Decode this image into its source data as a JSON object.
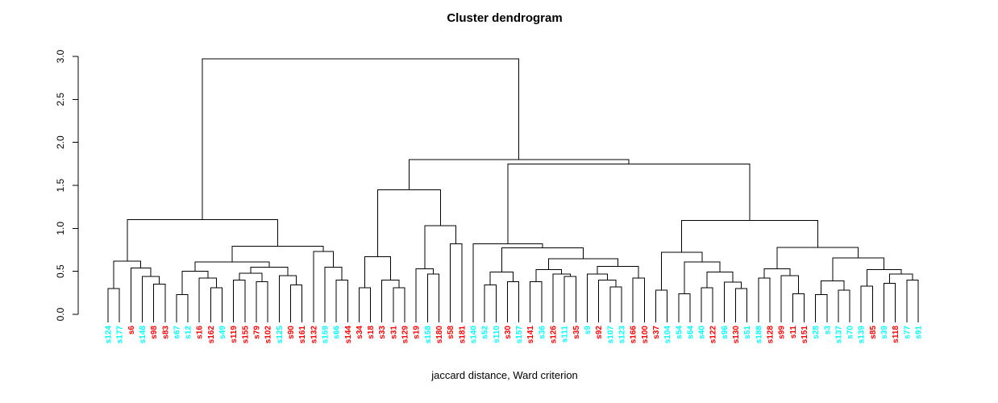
{
  "title": "Cluster dendrogram",
  "caption": "jaccard distance, Ward criterion",
  "chart_data": {
    "type": "dendrogram",
    "title": "Cluster dendrogram",
    "xlabel": "jaccard distance, Ward criterion",
    "ylim": [
      0,
      3
    ],
    "yticks": [
      "0.0",
      "0.5",
      "1.0",
      "1.5",
      "2.0",
      "2.5",
      "3.0"
    ],
    "grid": "off",
    "root_height": 2.97,
    "palette": {
      "r": "#FF0000",
      "c": "#00FFFF"
    },
    "leaf_labels": [
      "s124",
      "s177",
      "s6",
      "s148",
      "s98",
      "s83",
      "s67",
      "s12",
      "s16",
      "s162",
      "s49",
      "s119",
      "s155",
      "s79",
      "s102",
      "s125",
      "s90",
      "s161",
      "s132",
      "s159",
      "s66",
      "s144",
      "s34",
      "s18",
      "s33",
      "s31",
      "s129",
      "s19",
      "s158",
      "s180",
      "s58",
      "s181",
      "s140",
      "s52",
      "s110",
      "s30",
      "s157",
      "s141",
      "s36",
      "s126",
      "s111",
      "s35",
      "s9",
      "s92",
      "s107",
      "s123",
      "s166",
      "s100",
      "s37",
      "s104",
      "s54",
      "s64",
      "s40",
      "s122",
      "s96",
      "s130",
      "s51",
      "s188",
      "s128",
      "s99",
      "s11",
      "s151",
      "s28",
      "s3",
      "s137",
      "s70",
      "s139",
      "s85",
      "s39",
      "s118",
      "s77",
      "s91"
    ],
    "leaf_color_codes": "ccrcrrccrrcrrrrcrrrccrrrrrrrcrrrcccrcrcrcrcrccrrrccccrcrccrrrrcccccrcrc c",
    "tree": {
      "h": 2.97,
      "c": [
        {
          "h": 1.1,
          "c": [
            {
              "h": 0.62,
              "c": [
                {
                  "h": 0.3,
                  "c": [
                    "s124",
                    "s177"
                  ]
                },
                {
                  "h": 0.54,
                  "c": [
                    "s6",
                    {
                      "h": 0.44,
                      "c": [
                        "s148",
                        {
                          "h": 0.35,
                          "c": [
                            "s98",
                            "s83"
                          ]
                        }
                      ]
                    }
                  ]
                }
              ]
            },
            {
              "h": 0.79,
              "c": [
                {
                  "h": 0.61,
                  "c": [
                    {
                      "h": 0.5,
                      "c": [
                        {
                          "h": 0.23,
                          "c": [
                            "s67",
                            "s12"
                          ]
                        },
                        {
                          "h": 0.42,
                          "c": [
                            "s16",
                            {
                              "h": 0.31,
                              "c": [
                                "s162",
                                "s49"
                              ]
                            }
                          ]
                        }
                      ]
                    },
                    {
                      "h": 0.55,
                      "c": [
                        {
                          "h": 0.48,
                          "c": [
                            {
                              "h": 0.4,
                              "c": [
                                "s119",
                                "s155"
                              ]
                            },
                            {
                              "h": 0.38,
                              "c": [
                                "s79",
                                "s102"
                              ]
                            }
                          ]
                        },
                        {
                          "h": 0.45,
                          "c": [
                            "s125",
                            {
                              "h": 0.34,
                              "c": [
                                "s90",
                                "s161"
                              ]
                            }
                          ]
                        }
                      ]
                    }
                  ]
                },
                {
                  "h": 0.73,
                  "c": [
                    "s132",
                    {
                      "h": 0.55,
                      "c": [
                        "s159",
                        {
                          "h": 0.4,
                          "c": [
                            "s66",
                            "s144"
                          ]
                        }
                      ]
                    }
                  ]
                }
              ]
            }
          ]
        },
        {
          "h": 1.8,
          "c": [
            {
              "h": 1.45,
              "c": [
                {
                  "h": 0.67,
                  "c": [
                    {
                      "h": 0.31,
                      "c": [
                        "s34",
                        "s18"
                      ]
                    },
                    {
                      "h": 0.4,
                      "c": [
                        "s33",
                        {
                          "h": 0.31,
                          "c": [
                            "s31",
                            "s129"
                          ]
                        }
                      ]
                    }
                  ]
                },
                {
                  "h": 1.03,
                  "c": [
                    {
                      "h": 0.53,
                      "c": [
                        "s19",
                        {
                          "h": 0.47,
                          "c": [
                            "s158",
                            "s180"
                          ]
                        }
                      ]
                    },
                    {
                      "h": 0.82,
                      "c": [
                        "s58",
                        "s181"
                      ]
                    }
                  ]
                }
              ]
            },
            {
              "h": 1.75,
              "c": [
                {
                  "h": 0.82,
                  "c": [
                    "s140",
                    {
                      "h": 0.775,
                      "c": [
                        {
                          "h": 0.49,
                          "c": [
                            {
                              "h": 0.34,
                              "c": [
                                "s52",
                                "s110"
                              ]
                            },
                            {
                              "h": 0.38,
                              "c": [
                                "s30",
                                "s157"
                              ]
                            }
                          ]
                        },
                        {
                          "h": 0.647,
                          "c": [
                            {
                              "h": 0.52,
                              "c": [
                                {
                                  "h": 0.38,
                                  "c": [
                                    "s141",
                                    "s36"
                                  ]
                                },
                                {
                                  "h": 0.47,
                                  "c": [
                                    "s126",
                                    {
                                      "h": 0.44,
                                      "c": [
                                        "s111",
                                        "s35"
                                      ]
                                    }
                                  ]
                                }
                              ]
                            },
                            {
                              "h": 0.56,
                              "c": [
                                {
                                  "h": 0.47,
                                  "c": [
                                    "s9",
                                    {
                                      "h": 0.4,
                                      "c": [
                                        "s92",
                                        {
                                          "h": 0.32,
                                          "c": [
                                            "s107",
                                            "s123"
                                          ]
                                        }
                                      ]
                                    }
                                  ]
                                },
                                {
                                  "h": 0.42,
                                  "c": [
                                    "s166",
                                    "s100"
                                  ]
                                }
                              ]
                            }
                          ]
                        }
                      ]
                    }
                  ]
                },
                {
                  "h": 1.09,
                  "c": [
                    {
                      "h": 0.72,
                      "c": [
                        {
                          "h": 0.28,
                          "c": [
                            "s37",
                            "s104"
                          ]
                        },
                        {
                          "h": 0.61,
                          "c": [
                            {
                              "h": 0.24,
                              "c": [
                                "s54",
                                "s64"
                              ]
                            },
                            {
                              "h": 0.49,
                              "c": [
                                {
                                  "h": 0.31,
                                  "c": [
                                    "s40",
                                    "s122"
                                  ]
                                },
                                {
                                  "h": 0.375,
                                  "c": [
                                    "s96",
                                    {
                                      "h": 0.3,
                                      "c": [
                                        "s130",
                                        "s51"
                                      ]
                                    }
                                  ]
                                }
                              ]
                            }
                          ]
                        }
                      ]
                    },
                    {
                      "h": 0.78,
                      "c": [
                        {
                          "h": 0.53,
                          "c": [
                            {
                              "h": 0.42,
                              "c": [
                                "s188",
                                "s128"
                              ]
                            },
                            {
                              "h": 0.45,
                              "c": [
                                "s99",
                                {
                                  "h": 0.24,
                                  "c": [
                                    "s11",
                                    "s151"
                                  ]
                                }
                              ]
                            }
                          ]
                        },
                        {
                          "h": 0.656,
                          "c": [
                            {
                              "h": 0.39,
                              "c": [
                                {
                                  "h": 0.23,
                                  "c": [
                                    "s28",
                                    "s3"
                                  ]
                                },
                                {
                                  "h": 0.28,
                                  "c": [
                                    "s137",
                                    "s70"
                                  ]
                                }
                              ]
                            },
                            {
                              "h": 0.52,
                              "c": [
                                {
                                  "h": 0.33,
                                  "c": [
                                    "s139",
                                    "s85"
                                  ]
                                },
                                {
                                  "h": 0.47,
                                  "c": [
                                    {
                                      "h": 0.36,
                                      "c": [
                                        "s39",
                                        "s118"
                                      ]
                                    },
                                    {
                                      "h": 0.4,
                                      "c": [
                                        "s77",
                                        "s91"
                                      ]
                                    }
                                  ]
                                }
                              ]
                            }
                          ]
                        }
                      ]
                    }
                  ]
                }
              ]
            }
          ]
        }
      ]
    }
  }
}
